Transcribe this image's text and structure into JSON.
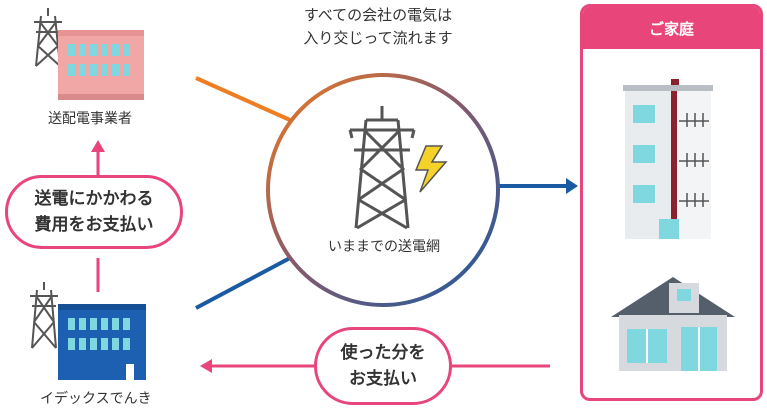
{
  "caption": {
    "line1": "すべての会社の電気は",
    "line2": "入り交じって流れます"
  },
  "nodes": {
    "distributor": "送配電事業者",
    "grid": "いままでの送電網",
    "retailer": "イデックスでんき",
    "home": "ご家庭"
  },
  "payments": {
    "transmission_fee": {
      "line1": "送電にかかわる",
      "line2": "費用をお支払い"
    },
    "usage_fee": {
      "line1": "使った分を",
      "line2": "お支払い"
    }
  },
  "colors": {
    "accent_pink": "#e8457a",
    "orange": "#ef7d22",
    "blue": "#1a5aa2",
    "distributor_building": "#f2a7a7",
    "retailer_building": "#1d5fb0"
  },
  "icons": [
    "power-tower-icon",
    "lightning-icon",
    "apartment-icon",
    "house-icon",
    "arrow-icon"
  ]
}
